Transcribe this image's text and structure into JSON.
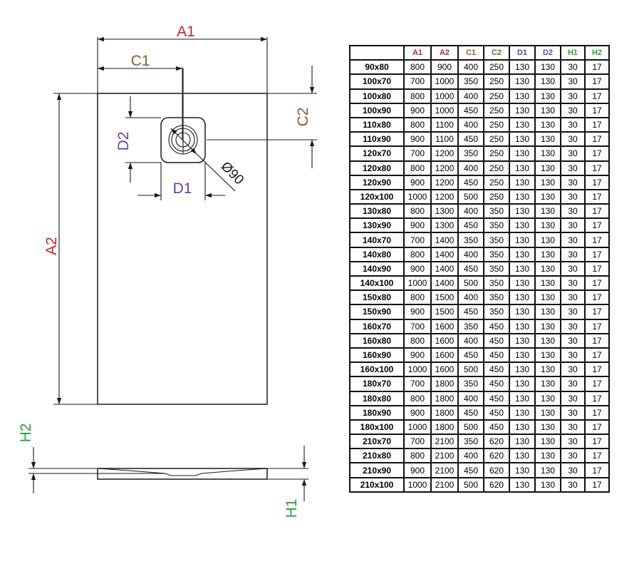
{
  "labels": {
    "a1": "A1",
    "a2": "A2",
    "c1": "C1",
    "c2": "C2",
    "d1": "D1",
    "d2": "D2",
    "h1": "H1",
    "h2": "H2",
    "diameter": "Ø90"
  },
  "colors": {
    "a": "#c8232c",
    "c": "#8b5a2b",
    "d": "#6a3fa0",
    "h": "#2aa13a",
    "line": "#1a1a1a"
  },
  "table": {
    "headers": [
      "",
      "A1",
      "A2",
      "C1",
      "C2",
      "D1",
      "D2",
      "H1",
      "H2"
    ],
    "rows": [
      [
        "90x80",
        "800",
        "900",
        "400",
        "250",
        "130",
        "130",
        "30",
        "17"
      ],
      [
        "100x70",
        "700",
        "1000",
        "350",
        "250",
        "130",
        "130",
        "30",
        "17"
      ],
      [
        "100x80",
        "800",
        "1000",
        "400",
        "250",
        "130",
        "130",
        "30",
        "17"
      ],
      [
        "100x90",
        "900",
        "1000",
        "450",
        "250",
        "130",
        "130",
        "30",
        "17"
      ],
      [
        "110x80",
        "800",
        "1100",
        "400",
        "250",
        "130",
        "130",
        "30",
        "17"
      ],
      [
        "110x90",
        "900",
        "1100",
        "450",
        "250",
        "130",
        "130",
        "30",
        "17"
      ],
      [
        "120x70",
        "700",
        "1200",
        "350",
        "250",
        "130",
        "130",
        "30",
        "17"
      ],
      [
        "120x80",
        "800",
        "1200",
        "400",
        "250",
        "130",
        "130",
        "30",
        "17"
      ],
      [
        "120x90",
        "900",
        "1200",
        "450",
        "250",
        "130",
        "130",
        "30",
        "17"
      ],
      [
        "120x100",
        "1000",
        "1200",
        "500",
        "250",
        "130",
        "130",
        "30",
        "17"
      ],
      [
        "130x80",
        "800",
        "1300",
        "400",
        "350",
        "130",
        "130",
        "30",
        "17"
      ],
      [
        "130x90",
        "900",
        "1300",
        "450",
        "350",
        "130",
        "130",
        "30",
        "17"
      ],
      [
        "140x70",
        "700",
        "1400",
        "350",
        "350",
        "130",
        "130",
        "30",
        "17"
      ],
      [
        "140x80",
        "800",
        "1400",
        "400",
        "350",
        "130",
        "130",
        "30",
        "17"
      ],
      [
        "140x90",
        "900",
        "1400",
        "450",
        "350",
        "130",
        "130",
        "30",
        "17"
      ],
      [
        "140x100",
        "1000",
        "1400",
        "500",
        "350",
        "130",
        "130",
        "30",
        "17"
      ],
      [
        "150x80",
        "800",
        "1500",
        "400",
        "350",
        "130",
        "130",
        "30",
        "17"
      ],
      [
        "150x90",
        "900",
        "1500",
        "450",
        "350",
        "130",
        "130",
        "30",
        "17"
      ],
      [
        "160x70",
        "700",
        "1600",
        "350",
        "450",
        "130",
        "130",
        "30",
        "17"
      ],
      [
        "160x80",
        "800",
        "1600",
        "400",
        "450",
        "130",
        "130",
        "30",
        "17"
      ],
      [
        "160x90",
        "900",
        "1600",
        "450",
        "450",
        "130",
        "130",
        "30",
        "17"
      ],
      [
        "160x100",
        "1000",
        "1600",
        "500",
        "450",
        "130",
        "130",
        "30",
        "17"
      ],
      [
        "180x70",
        "700",
        "1800",
        "350",
        "450",
        "130",
        "130",
        "30",
        "17"
      ],
      [
        "180x80",
        "800",
        "1800",
        "400",
        "450",
        "130",
        "130",
        "30",
        "17"
      ],
      [
        "180x90",
        "900",
        "1800",
        "450",
        "450",
        "130",
        "130",
        "30",
        "17"
      ],
      [
        "180x100",
        "1000",
        "1800",
        "500",
        "450",
        "130",
        "130",
        "30",
        "17"
      ],
      [
        "210x70",
        "700",
        "2100",
        "350",
        "620",
        "130",
        "130",
        "30",
        "17"
      ],
      [
        "210x80",
        "800",
        "2100",
        "400",
        "620",
        "130",
        "130",
        "30",
        "17"
      ],
      [
        "210x90",
        "900",
        "2100",
        "450",
        "620",
        "130",
        "130",
        "30",
        "17"
      ],
      [
        "210x100",
        "1000",
        "2100",
        "500",
        "620",
        "130",
        "130",
        "30",
        "17"
      ]
    ]
  }
}
